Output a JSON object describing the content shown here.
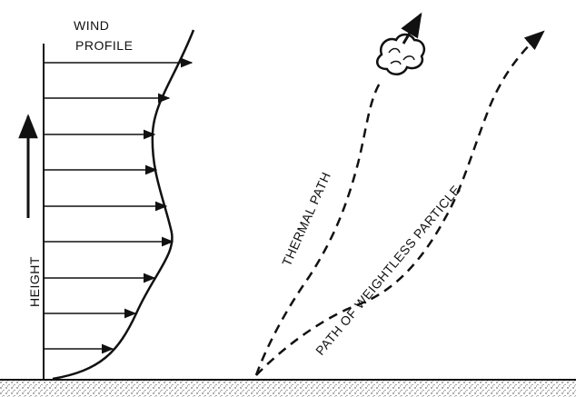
{
  "labels": {
    "wind_profile_line1": "WIND",
    "wind_profile_line2": "PROFILE",
    "height": "HEIGHT",
    "thermal_path": "THERMAL PATH",
    "particle_path": "PATH OF WEIGHTLESS PARTICLE"
  },
  "wind_arrow_count": 9
}
